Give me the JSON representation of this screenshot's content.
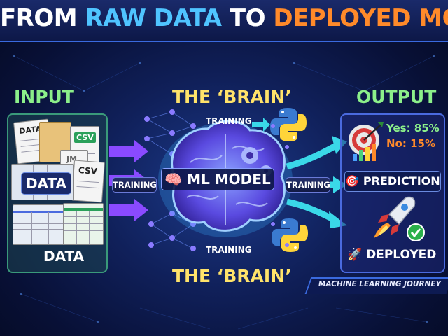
{
  "title": {
    "part1": "FROM ",
    "part2": "RAW DATA",
    "part3": " TO ",
    "part4": "DEPLOYED MODEL"
  },
  "headings": {
    "input": "INPUT",
    "brain_top": "THE ‘BRAIN’",
    "brain_bottom": "THE ‘BRAIN’",
    "output": "OUTPUT"
  },
  "input_panel": {
    "doc_data_label": "DATA",
    "doc_csv1": "CSV",
    "doc_csv2": "CSV",
    "doc_jm": "JM",
    "data_box": "DATA",
    "bottom_label": "DATA"
  },
  "brain": {
    "model_label": "ML MODEL",
    "brain_emoji": "🧠"
  },
  "training_labels": {
    "top": "TRAINING",
    "left": "TRAINING",
    "right": "TRAINING",
    "bottom": "TRAINING"
  },
  "output_panel": {
    "yes": "Yes: 85%",
    "no": "No: 15%",
    "prediction": "PREDICTION",
    "prediction_icon": "🎯",
    "deployed": "DEPLOYED",
    "deployed_icon": "🚀"
  },
  "footer": "MACHINE LEARNING JOURNEY",
  "colors": {
    "blue_accent": "#4fc4ff",
    "orange_accent": "#ff8a2a",
    "input_green": "#8cf08a",
    "output_green": "#8cf08a",
    "brain_yellow": "#ffe36a",
    "arrow_purple": "#9a5aff",
    "arrow_cyan": "#3ad8e8"
  }
}
